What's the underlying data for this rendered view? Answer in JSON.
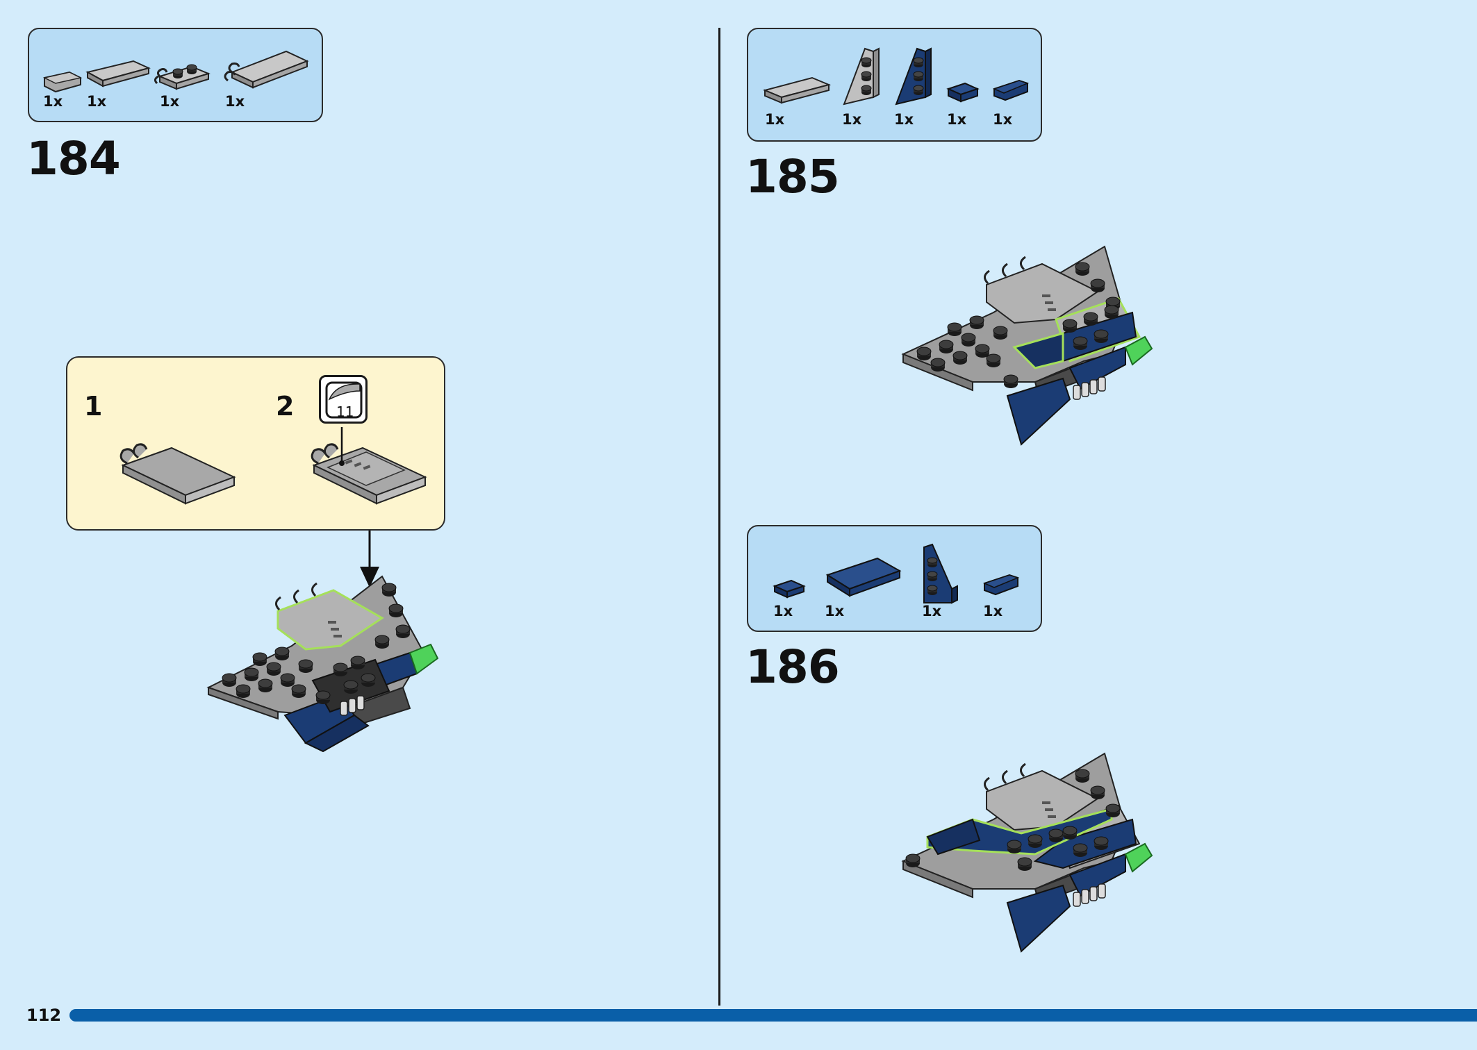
{
  "page": {
    "number": "112"
  },
  "colors": {
    "background": "#d4ecfb",
    "parts_box": "#b7dcf5",
    "callout": "#fdf5cf",
    "progress_bar": "#0a5fa8",
    "dark_blue": "#1b3c74",
    "grey": "#a8a8a8",
    "dark_grey": "#4a4a4a",
    "trans_green": "#4fd25a",
    "highlight": "#a5e05a"
  },
  "steps": [
    {
      "number": "184",
      "parts": [
        {
          "qty": "1x",
          "icon": "grey-slope-icon"
        },
        {
          "qty": "1x",
          "icon": "grey-tile-icon"
        },
        {
          "qty": "1x",
          "icon": "grey-clip-plate-icon"
        },
        {
          "qty": "1x",
          "icon": "grey-clip-tile-icon"
        }
      ],
      "callout": {
        "substeps": [
          "1",
          "2"
        ],
        "sticker": "11"
      }
    },
    {
      "number": "185",
      "parts": [
        {
          "qty": "1x",
          "icon": "grey-long-tile-icon"
        },
        {
          "qty": "1x",
          "icon": "grey-wedge-plate-icon"
        },
        {
          "qty": "1x",
          "icon": "blue-wedge-plate-icon"
        },
        {
          "qty": "1x",
          "icon": "blue-tile-icon"
        },
        {
          "qty": "1x",
          "icon": "blue-slope-icon"
        }
      ]
    },
    {
      "number": "186",
      "parts": [
        {
          "qty": "1x",
          "icon": "blue-small-tile-icon"
        },
        {
          "qty": "1x",
          "icon": "blue-large-tile-icon"
        },
        {
          "qty": "1x",
          "icon": "blue-wedge-plate-icon"
        },
        {
          "qty": "1x",
          "icon": "blue-slope-icon"
        }
      ]
    }
  ]
}
